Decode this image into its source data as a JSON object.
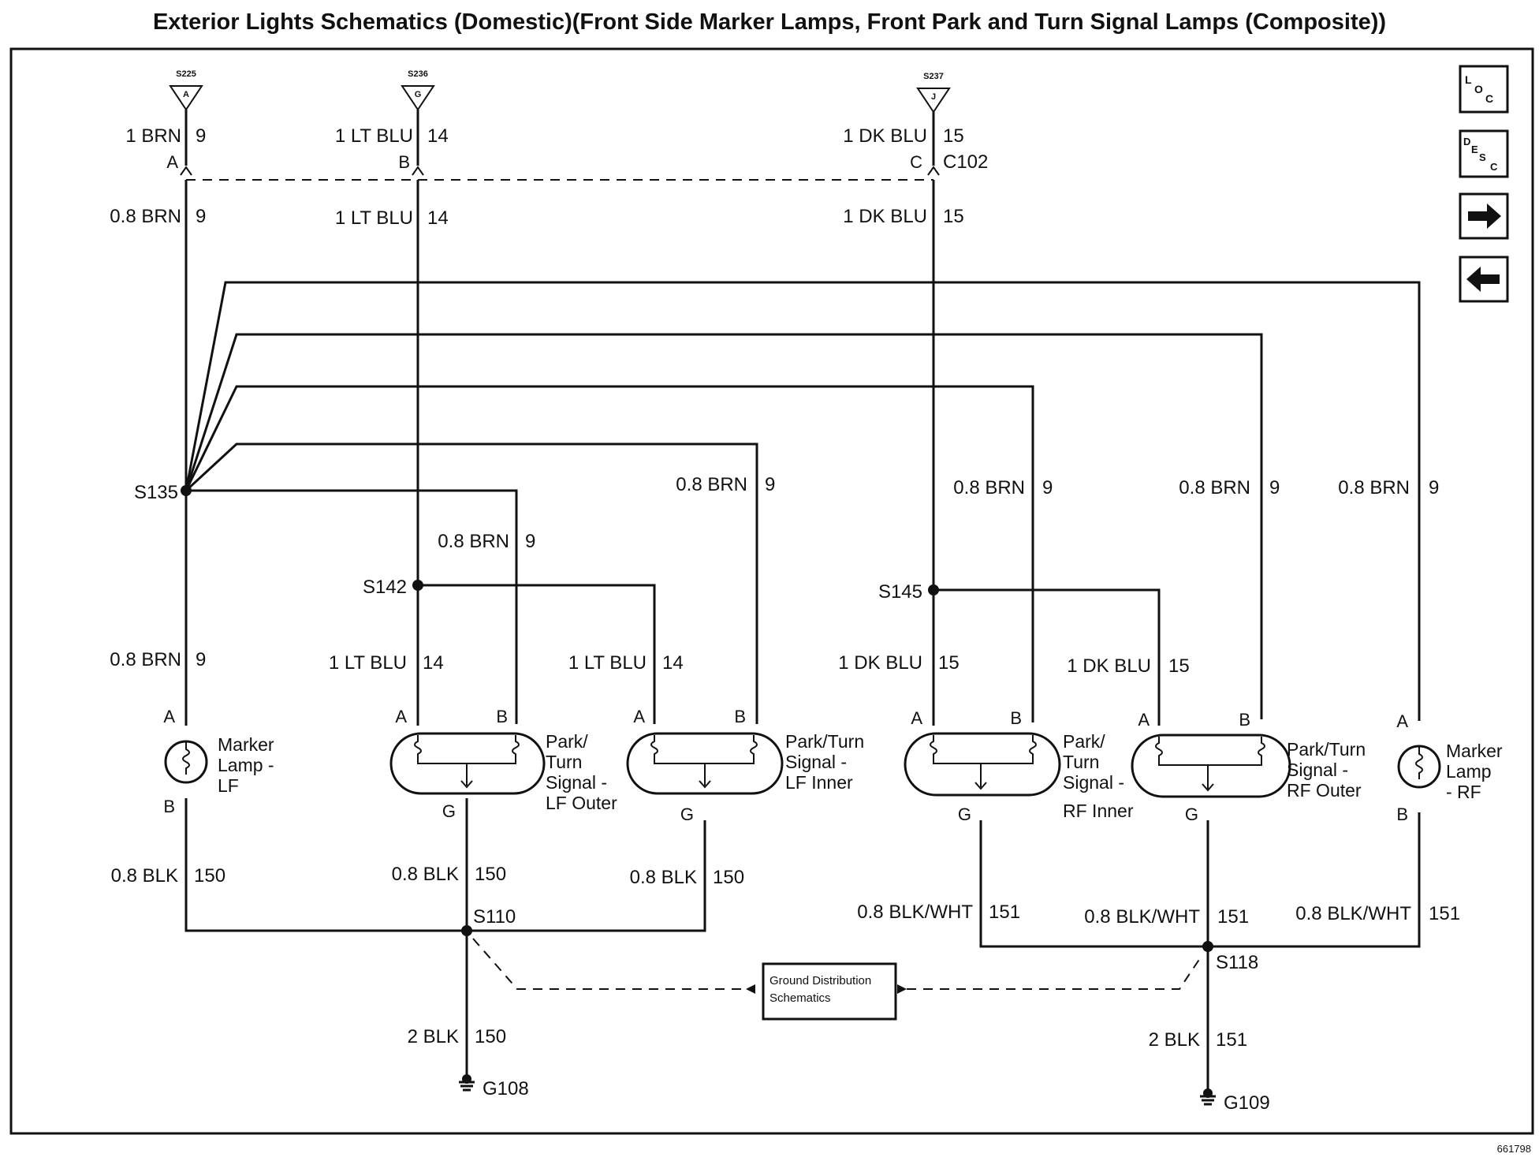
{
  "title": "Exterior Lights Schematics (Domestic)(Front Side Marker Lamps, Front Park and Turn Signal Lamps (Composite))",
  "figure_id": "661798",
  "nav": {
    "loc": "LOC",
    "desc": "DESC"
  },
  "splices_top": [
    {
      "id": "S225",
      "pin": "A"
    },
    {
      "id": "S236",
      "pin": "G"
    },
    {
      "id": "S237",
      "pin": "J"
    }
  ],
  "connector": {
    "id": "C102",
    "pin_a": "A",
    "pin_b": "B",
    "pin_c": "C"
  },
  "wires": {
    "brn_top_size": "1 BRN",
    "brn_top_ckt": "9",
    "ltblu_top_size": "1 LT BLU",
    "ltblu_top_ckt": "14",
    "dkblu_top_size": "1 DK BLU",
    "dkblu_top_ckt": "15",
    "brn_0_8": "0.8 BRN",
    "brn_ckt": "9",
    "ltblu_1": "1 LT BLU",
    "ltblu_ckt": "14",
    "dkblu_1": "1 DK BLU",
    "dkblu_ckt": "15",
    "blk_0_8": "0.8 BLK",
    "blk_ckt": "150",
    "blkwht_0_8": "0.8 BLK/WHT",
    "blkwht_ckt": "151",
    "blk_2": "2 BLK",
    "blk2_ckt_150": "150",
    "blk2_ckt_151": "151"
  },
  "splices": {
    "s135": "S135",
    "s142": "S142",
    "s145": "S145",
    "s110": "S110",
    "s118": "S118"
  },
  "grounds": {
    "g108": "G108",
    "g109": "G109"
  },
  "pins": {
    "a": "A",
    "b": "B",
    "g": "G"
  },
  "components": {
    "marker_lf": [
      "Marker",
      "Lamp -",
      "LF"
    ],
    "park_lf_outer": [
      "Park/",
      "Turn",
      "Signal -",
      "LF Outer"
    ],
    "park_lf_inner": [
      "Park/Turn",
      "Signal -",
      "LF Inner"
    ],
    "park_rf_inner": [
      "Park/",
      "Turn",
      "Signal -",
      "RF Inner"
    ],
    "park_rf_outer": [
      "Park/Turn",
      "Signal -",
      "RF Outer"
    ],
    "marker_rf": [
      "Marker",
      "Lamp",
      "- RF"
    ]
  },
  "ground_box": [
    "Ground Distribution",
    "Schematics"
  ]
}
